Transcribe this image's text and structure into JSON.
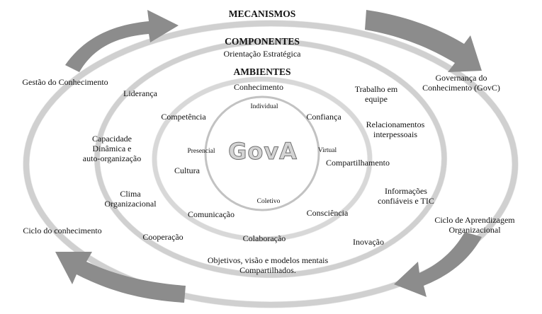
{
  "center": "GovA",
  "titles": {
    "mecanismos": "MECANISMOS",
    "componentes": "COMPONENTES",
    "orientacao": "Orientação Estratégica",
    "ambientes": "AMBIENTES"
  },
  "ambientes": {
    "individual": "Individual",
    "virtual": "Virtual",
    "coletivo": "Coletivo",
    "presencial": "Presencial"
  },
  "inner_ring": {
    "conhecimento": "Conhecimento",
    "confianca": "Confiança",
    "compartilhamento": "Compartilhamento",
    "consciencia": "Consciência",
    "colaboracao": "Colaboração",
    "comunicacao": "Comunicação",
    "cultura": "Cultura",
    "competencia": "Competência"
  },
  "components": {
    "lideranca": "Liderança",
    "capacidade": "Capacidade\nDinâmica e\nauto-organização",
    "clima": "Clima\nOrganizacional",
    "cooperacao": "Cooperação",
    "trabalho": "Trabalho em\nequipe",
    "relacionamentos": "Relacionamentos\ninterpessoais",
    "informacoes": "Informações\nconfiáveis e TIC",
    "inovacao": "Inovação",
    "objetivos": "Objetivos, visão e modelos mentais\nCompartilhados."
  },
  "mechanisms": {
    "gestao": "Gestão do Conhecimento",
    "ciclo_conhecimento": "Ciclo do conhecimento",
    "governanca": "Governança do\nConhecimento (GovC)",
    "ciclo_aprendizagem": "Ciclo de Aprendizagem\nOrganizacional"
  },
  "colors": {
    "ring": "#cfcfcf",
    "arrow": "#8c8c8c",
    "text": "#111111"
  }
}
